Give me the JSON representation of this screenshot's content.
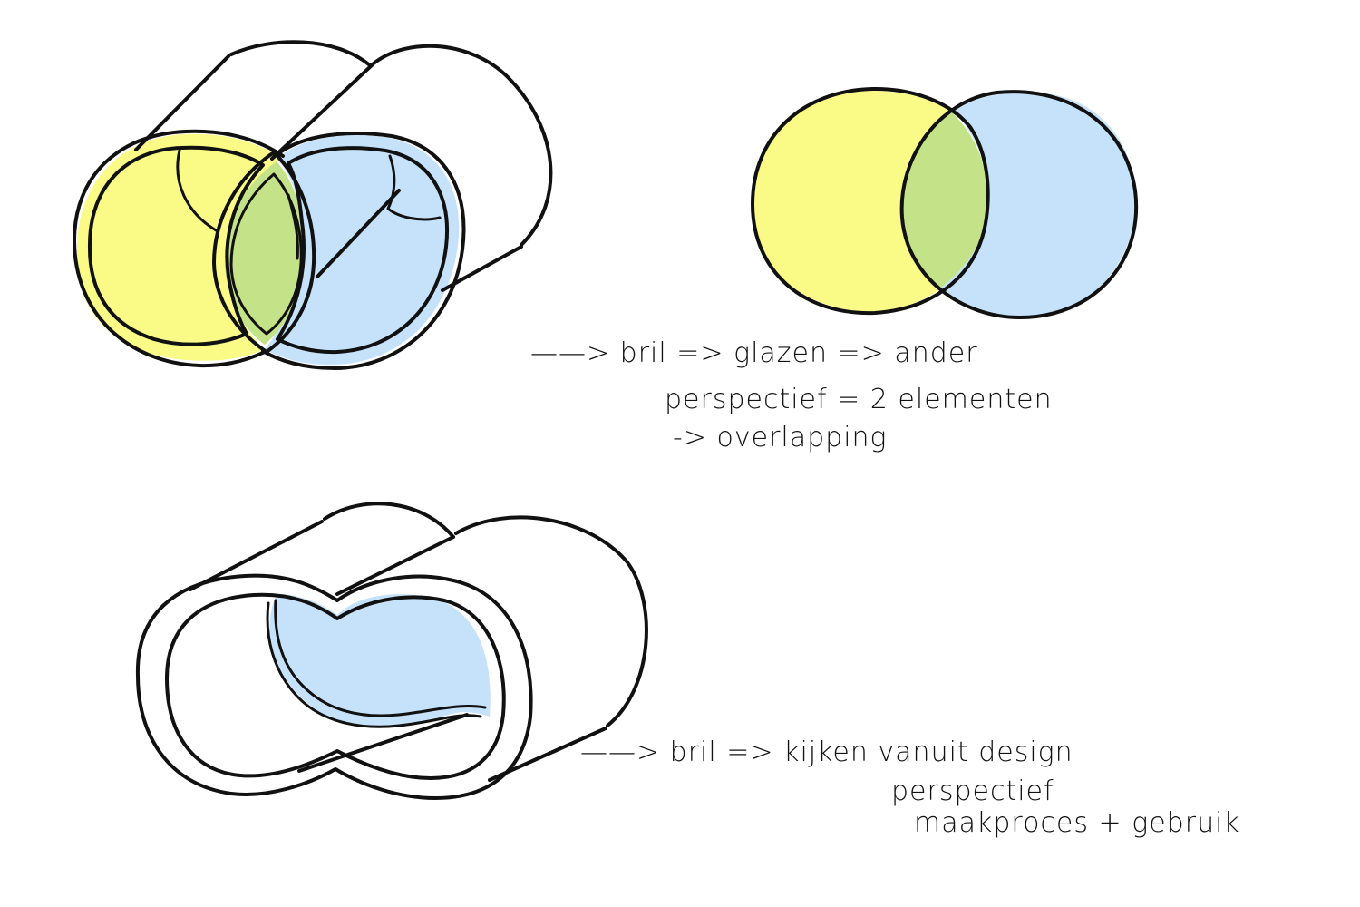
{
  "colors": {
    "lens_left": "#fafa86",
    "lens_right": "#c6e2fa",
    "overlap": "#c4e288",
    "ink": "#111111",
    "background": "#ffffff"
  },
  "notes": {
    "top": {
      "line1": "——> bril => glazen => ander",
      "line2": "perspectief = 2 elementen",
      "line3": "-> overlapping"
    },
    "bottom": {
      "line1": "——> bril => kijken vanuit design",
      "line2": "perspectief",
      "line3": "maakproces + gebruik"
    }
  }
}
